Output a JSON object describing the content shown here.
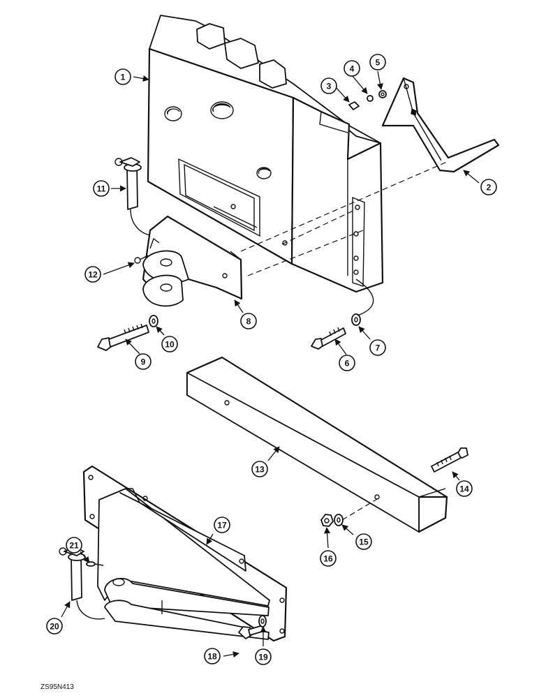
{
  "figure": {
    "drawing_code": "ZS95N413",
    "callouts": [
      "1",
      "2",
      "3",
      "4",
      "5",
      "6",
      "7",
      "8",
      "9",
      "10",
      "11",
      "12",
      "13",
      "14",
      "15",
      "16",
      "17",
      "18",
      "19",
      "20",
      "21"
    ]
  }
}
